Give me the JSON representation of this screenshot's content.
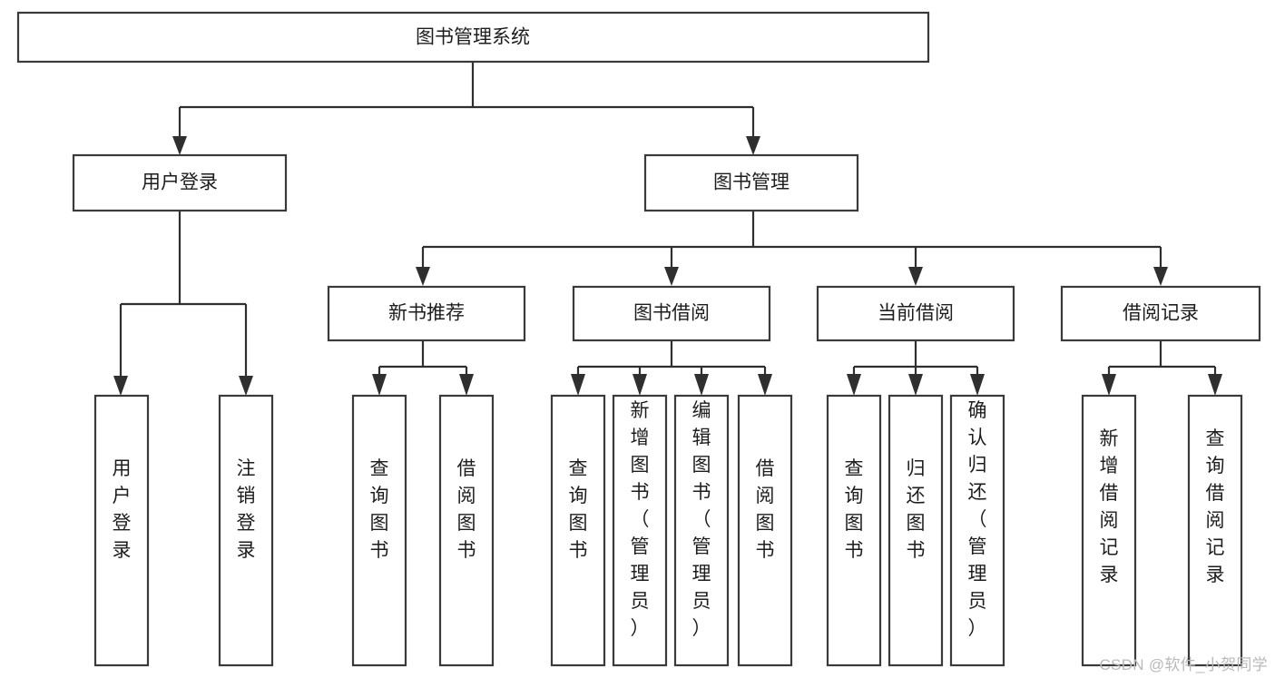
{
  "diagram": {
    "title": "图书管理系统",
    "type": "tree-hierarchy-chart",
    "watermark": "CSDN @软件_小贺同学",
    "colors": {
      "background": "#ffffff",
      "box_stroke": "#3a3a3a",
      "box_fill": "#ffffff",
      "connector": "#2f2f2f",
      "text": "#1d1d1d",
      "watermark": "#b9b9b9"
    },
    "levels": {
      "root": {
        "label": "图书管理系统",
        "orientation": "horizontal"
      },
      "level2": [
        {
          "label": "用户登录",
          "orientation": "horizontal"
        },
        {
          "label": "图书管理",
          "orientation": "horizontal"
        }
      ],
      "level3": [
        {
          "label": "新书推荐",
          "orientation": "horizontal",
          "parent": "图书管理"
        },
        {
          "label": "图书借阅",
          "orientation": "horizontal",
          "parent": "图书管理"
        },
        {
          "label": "当前借阅",
          "orientation": "horizontal",
          "parent": "图书管理"
        },
        {
          "label": "借阅记录",
          "orientation": "horizontal",
          "parent": "图书管理"
        }
      ],
      "leaves": [
        {
          "label": "用户登录",
          "orientation": "vertical",
          "parent": "用户登录"
        },
        {
          "label": "注销登录",
          "orientation": "vertical",
          "parent": "用户登录"
        },
        {
          "label": "查询图书",
          "orientation": "vertical",
          "parent": "新书推荐"
        },
        {
          "label": "借阅图书",
          "orientation": "vertical",
          "parent": "新书推荐"
        },
        {
          "label": "查询图书",
          "orientation": "vertical",
          "parent": "图书借阅"
        },
        {
          "label": "新增图书（管理员）",
          "orientation": "vertical",
          "parent": "图书借阅"
        },
        {
          "label": "编辑图书（管理员）",
          "orientation": "vertical",
          "parent": "图书借阅"
        },
        {
          "label": "借阅图书",
          "orientation": "vertical",
          "parent": "图书借阅"
        },
        {
          "label": "查询图书",
          "orientation": "vertical",
          "parent": "当前借阅"
        },
        {
          "label": "归还图书",
          "orientation": "vertical",
          "parent": "当前借阅"
        },
        {
          "label": "确认归还（管理员）",
          "orientation": "vertical",
          "parent": "当前借阅"
        },
        {
          "label": "新增借阅记录",
          "orientation": "vertical",
          "parent": "借阅记录"
        },
        {
          "label": "查询借阅记录",
          "orientation": "vertical",
          "parent": "借阅记录"
        }
      ]
    }
  }
}
